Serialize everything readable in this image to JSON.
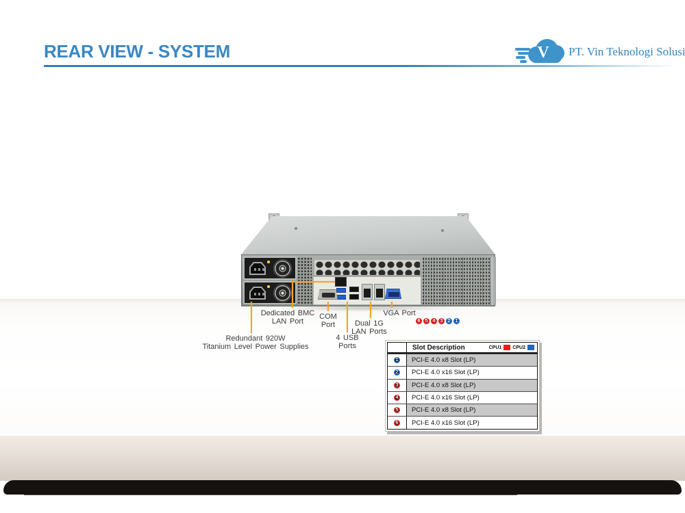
{
  "header": {
    "title": "REAR VIEW - SYSTEM",
    "title_color": "#3a87c4",
    "underline_color": "#2f7fba"
  },
  "logo": {
    "company": "PT. Vin Teknologi Solusi",
    "glyph": "V",
    "brand_color": "#2e86c1"
  },
  "server_diagram": {
    "callout_line_color": "#f3a71e",
    "callouts": {
      "bmc": "Dedicated BMC\nLAN Port",
      "com": "COM\nPort",
      "vga": "VGA Port",
      "lan": "Dual 1G\nLAN Ports",
      "usb": "4 USB\nPorts",
      "psu": "Redundant 920W\nTitanium Level Power Supplies"
    },
    "slot_badges": [
      {
        "n": "6",
        "ring": "red"
      },
      {
        "n": "5",
        "ring": "red"
      },
      {
        "n": "4",
        "ring": "red"
      },
      {
        "n": "3",
        "ring": "red"
      },
      {
        "n": "2",
        "ring": "blue"
      },
      {
        "n": "1",
        "ring": "blue"
      }
    ],
    "ring_colors": {
      "red": "#e01b18",
      "blue": "#1565c0"
    }
  },
  "slot_table": {
    "header": "Slot Description",
    "legend": [
      {
        "label": "CPU1",
        "color": "#ee1c1c"
      },
      {
        "label": "CPU2",
        "color": "#1569c7"
      }
    ],
    "rows": [
      {
        "n": "1",
        "ring": "blue",
        "desc": "PCI-E 4.0 x8 Slot (LP)"
      },
      {
        "n": "2",
        "ring": "blue",
        "desc": "PCI-E 4.0 x16 Slot (LP)"
      },
      {
        "n": "3",
        "ring": "red",
        "desc": "PCI-E 4.0 x8 Slot (LP)"
      },
      {
        "n": "4",
        "ring": "red",
        "desc": "PCI-E 4.0 x16 Slot (LP)"
      },
      {
        "n": "5",
        "ring": "red",
        "desc": "PCI-E 4.0 x8 Slot (LP)"
      },
      {
        "n": "6",
        "ring": "red",
        "desc": "PCI-E 4.0 x16 Slot (LP)"
      }
    ]
  }
}
